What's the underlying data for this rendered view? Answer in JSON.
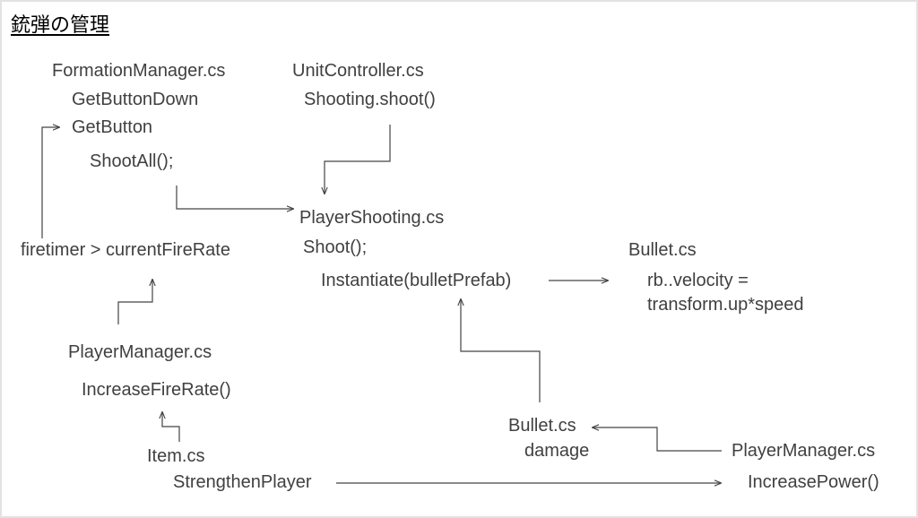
{
  "title": "銃弾の管理",
  "colors": {
    "text": "#404040",
    "line": "#444444",
    "frame": "#e2e2e2"
  },
  "nodes": {
    "formation_manager_file": "FormationManager.cs",
    "get_button_down": "GetButtonDown",
    "get_button": "GetButton",
    "shoot_all": "ShootAll();",
    "unit_controller_file": "UnitController.cs",
    "shooting_shoot": "Shooting.shoot()",
    "player_shooting_file": "PlayerShooting.cs",
    "shoot": "Shoot();",
    "instantiate": "Instantiate(bulletPrefab)",
    "bullet_file_top": "Bullet.cs",
    "rb_velocity": "rb..velocity =",
    "transform_speed": "transform.up*speed",
    "firetimer": "firetimer > currentFireRate",
    "player_manager_file_left": "PlayerManager.cs",
    "increase_fire_rate": "IncreaseFireRate()",
    "item_file": "Item.cs",
    "strengthen_player": "StrengthenPlayer",
    "bullet_file_bottom": "Bullet.cs",
    "damage": "damage",
    "player_manager_file_right": "PlayerManager.cs",
    "increase_power": "IncreasePower()"
  }
}
